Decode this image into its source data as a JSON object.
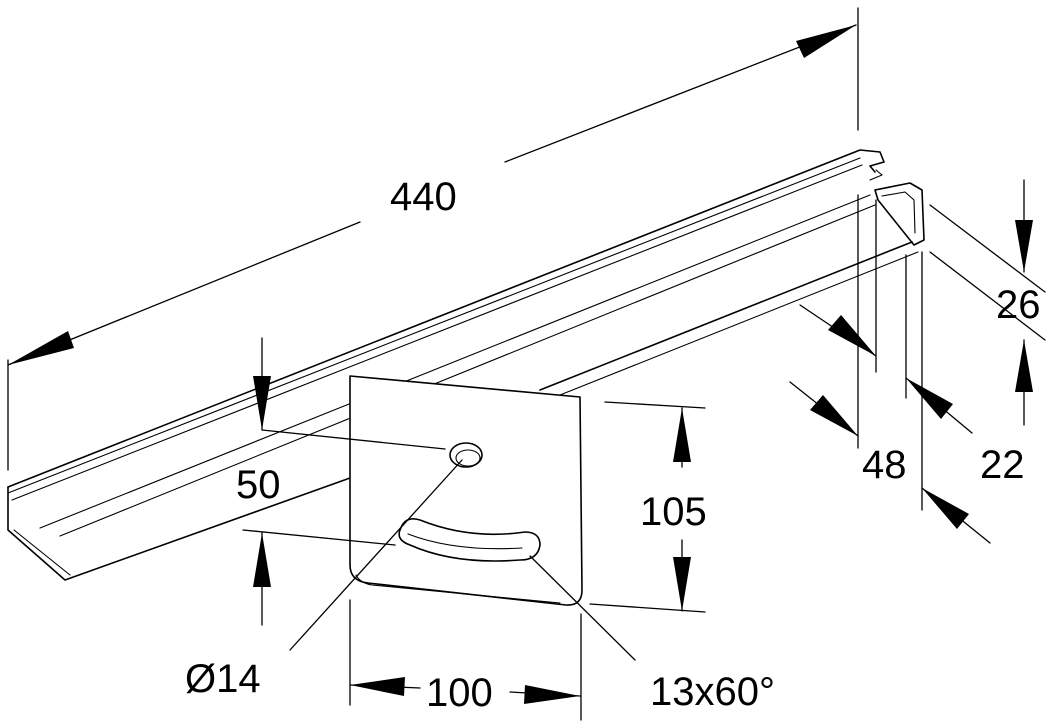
{
  "dimensions": {
    "length": "440",
    "slot_offset": "50",
    "plate_height": "105",
    "plate_width": "100",
    "profile_width": "48",
    "profile_height": "26",
    "profile_depth": "22",
    "hole_diameter": "Ø14",
    "slot_size": "13x60°"
  },
  "colors": {
    "line": "#000000",
    "background": "#ffffff"
  }
}
